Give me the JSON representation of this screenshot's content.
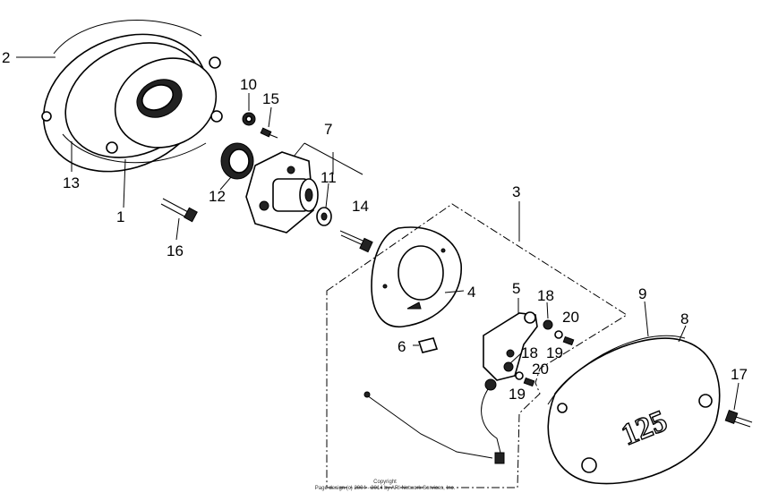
{
  "callouts": {
    "p1": "1",
    "p2": "2",
    "p3": "3",
    "p4": "4",
    "p5": "5",
    "p6": "6",
    "p7": "7",
    "p8": "8",
    "p9": "9",
    "p10": "10",
    "p11": "11",
    "p12": "12",
    "p13": "13",
    "p14": "14",
    "p15": "15",
    "p16": "16",
    "p17": "17",
    "p18a": "18",
    "p18b": "18",
    "p19a": "19",
    "p19b": "19",
    "p20a": "20",
    "p20b": "20"
  },
  "cover_emblem": "125",
  "copyright": {
    "line1": "Copyright",
    "line2": "Page design (c) 2004 - 2014 by ARI Network Services, Inc."
  }
}
